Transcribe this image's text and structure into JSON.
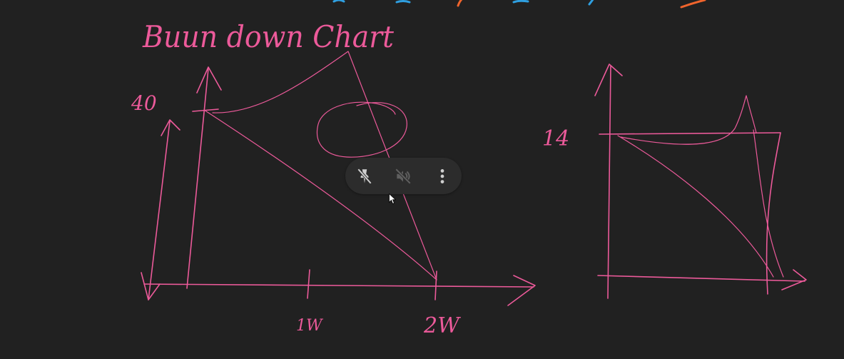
{
  "whiteboard": {
    "title": "Buun down Chart",
    "chart1": {
      "y_label": "40",
      "x_tick_1": "1W",
      "x_tick_2": "2W"
    },
    "chart2": {
      "y_label": "14"
    }
  },
  "media_controls": {
    "buttons": [
      {
        "name": "unpin",
        "icon": "pin-off-icon"
      },
      {
        "name": "mute",
        "icon": "volume-off-icon"
      },
      {
        "name": "more-options",
        "icon": "more-vert-icon"
      }
    ]
  },
  "colors": {
    "background": "#212121",
    "ink_pink": "#ec5a9a",
    "ink_blue": "#2f9fe0",
    "ink_orange": "#f0642c",
    "control_bg": "#2c2c2c",
    "control_icon": "#cfcfcf"
  }
}
